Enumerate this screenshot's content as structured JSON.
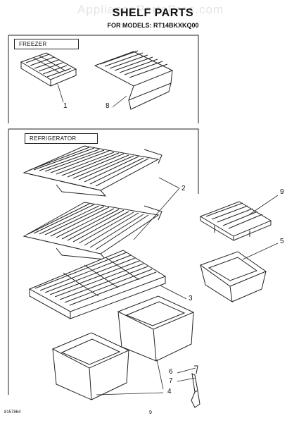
{
  "watermark": "AppliancePartsPros.com",
  "header": {
    "title": "SHELF PARTS",
    "subtitle": "FOR MODELS: RT14BKXKQ00"
  },
  "sections": {
    "freezer": "FREEZER",
    "refrigerator": "REFRIGERATOR"
  },
  "callouts": {
    "c1": "1",
    "c8": "8",
    "c2": "2",
    "c9": "9",
    "c5": "5",
    "c3": "3",
    "c6": "6",
    "c7": "7",
    "c4": "4"
  },
  "footer": {
    "doc_number": "8157864",
    "page": "9"
  }
}
